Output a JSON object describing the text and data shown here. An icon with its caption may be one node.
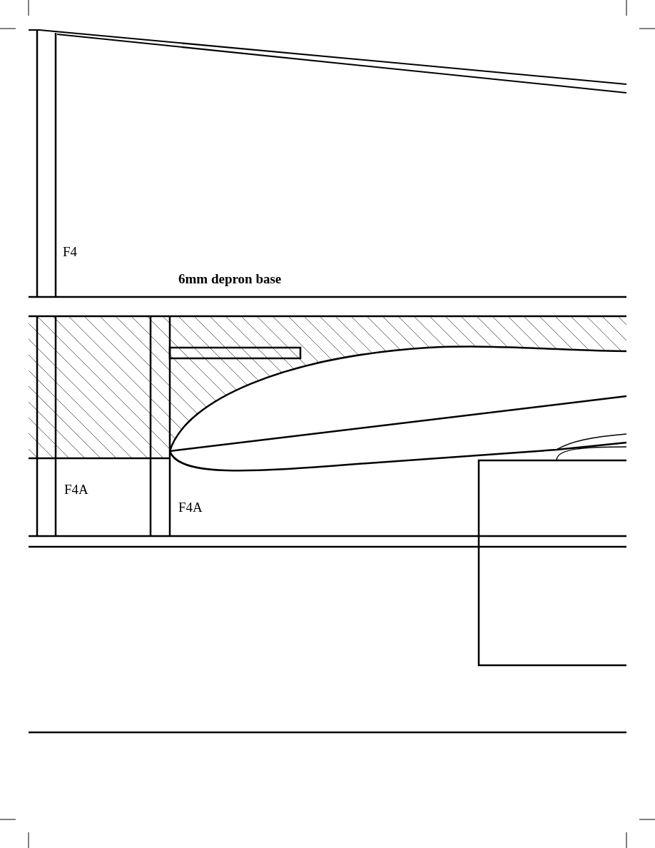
{
  "diagram": {
    "labels": [
      "F4",
      "6mm depron base",
      "F4A",
      "F4A"
    ]
  }
}
